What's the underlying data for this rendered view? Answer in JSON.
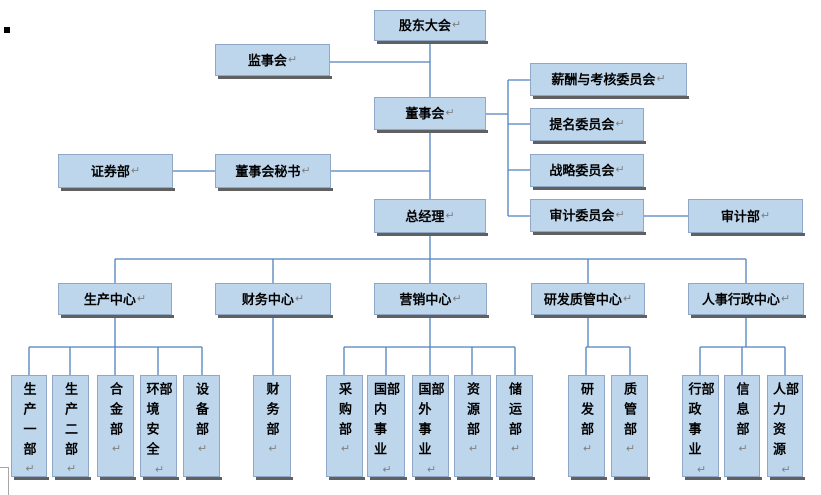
{
  "marks": {
    "paragraph_return": "↵"
  },
  "colors": {
    "box_fill": "#bdd6ec",
    "box_border": "#8fa8c8",
    "box_shadow": "#606060",
    "connector_line": "#4f81bd",
    "return_mark": "#808080",
    "text": "#000000"
  },
  "nodes": {
    "shareholders": {
      "label": "股东大会"
    },
    "supervisory": {
      "label": "监事会"
    },
    "board": {
      "label": "董事会"
    },
    "compensation_committee": {
      "label": "薪酬与考核委员会"
    },
    "nomination_committee": {
      "label": "提名委员会"
    },
    "strategy_committee": {
      "label": "战略委员会"
    },
    "audit_committee": {
      "label": "审计委员会"
    },
    "audit_dept": {
      "label": "审计部"
    },
    "securities_dept": {
      "label": "证券部"
    },
    "board_secretary": {
      "label": "董事会秘书"
    },
    "general_manager": {
      "label": "总经理"
    },
    "production_center": {
      "label": "生产中心"
    },
    "finance_center": {
      "label": "财务中心"
    },
    "marketing_center": {
      "label": "营销中心"
    },
    "rd_quality_center": {
      "label": "研发质管中心"
    },
    "hr_admin_center": {
      "label": "人事行政中心"
    },
    "production_dept1": {
      "label": "生产一部"
    },
    "production_dept2": {
      "label": "生产二部"
    },
    "alloy_dept": {
      "label": "合金部"
    },
    "env_safety_dept": {
      "label": "环境安全部"
    },
    "equipment_dept": {
      "label": "设备部"
    },
    "finance_dept": {
      "label": "财务部"
    },
    "purchasing_dept": {
      "label": "采购部"
    },
    "domestic_business_dept": {
      "label": "国内事业部"
    },
    "overseas_business_dept": {
      "label": "国外事业部"
    },
    "resources_dept": {
      "label": "资源部"
    },
    "storage_transport_dept": {
      "label": "储运部"
    },
    "rd_dept": {
      "label": "研发部"
    },
    "quality_dept": {
      "label": "质管部"
    },
    "admin_business_dept": {
      "label": "行政事业部"
    },
    "information_dept": {
      "label": "信息部"
    },
    "hr_dept": {
      "label": "人力资源部"
    }
  },
  "edges": [
    [
      "shareholders",
      "supervisory"
    ],
    [
      "shareholders",
      "board"
    ],
    [
      "board",
      "compensation_committee"
    ],
    [
      "board",
      "nomination_committee"
    ],
    [
      "board",
      "strategy_committee"
    ],
    [
      "board",
      "audit_committee"
    ],
    [
      "audit_committee",
      "audit_dept"
    ],
    [
      "board",
      "board_secretary"
    ],
    [
      "board_secretary",
      "securities_dept"
    ],
    [
      "board",
      "general_manager"
    ],
    [
      "general_manager",
      "production_center"
    ],
    [
      "general_manager",
      "finance_center"
    ],
    [
      "general_manager",
      "marketing_center"
    ],
    [
      "general_manager",
      "rd_quality_center"
    ],
    [
      "general_manager",
      "hr_admin_center"
    ],
    [
      "production_center",
      "production_dept1"
    ],
    [
      "production_center",
      "production_dept2"
    ],
    [
      "production_center",
      "alloy_dept"
    ],
    [
      "production_center",
      "env_safety_dept"
    ],
    [
      "production_center",
      "equipment_dept"
    ],
    [
      "finance_center",
      "finance_dept"
    ],
    [
      "marketing_center",
      "purchasing_dept"
    ],
    [
      "marketing_center",
      "domestic_business_dept"
    ],
    [
      "marketing_center",
      "overseas_business_dept"
    ],
    [
      "marketing_center",
      "resources_dept"
    ],
    [
      "marketing_center",
      "storage_transport_dept"
    ],
    [
      "rd_quality_center",
      "rd_dept"
    ],
    [
      "rd_quality_center",
      "quality_dept"
    ],
    [
      "hr_admin_center",
      "admin_business_dept"
    ],
    [
      "hr_admin_center",
      "information_dept"
    ],
    [
      "hr_admin_center",
      "hr_dept"
    ]
  ]
}
